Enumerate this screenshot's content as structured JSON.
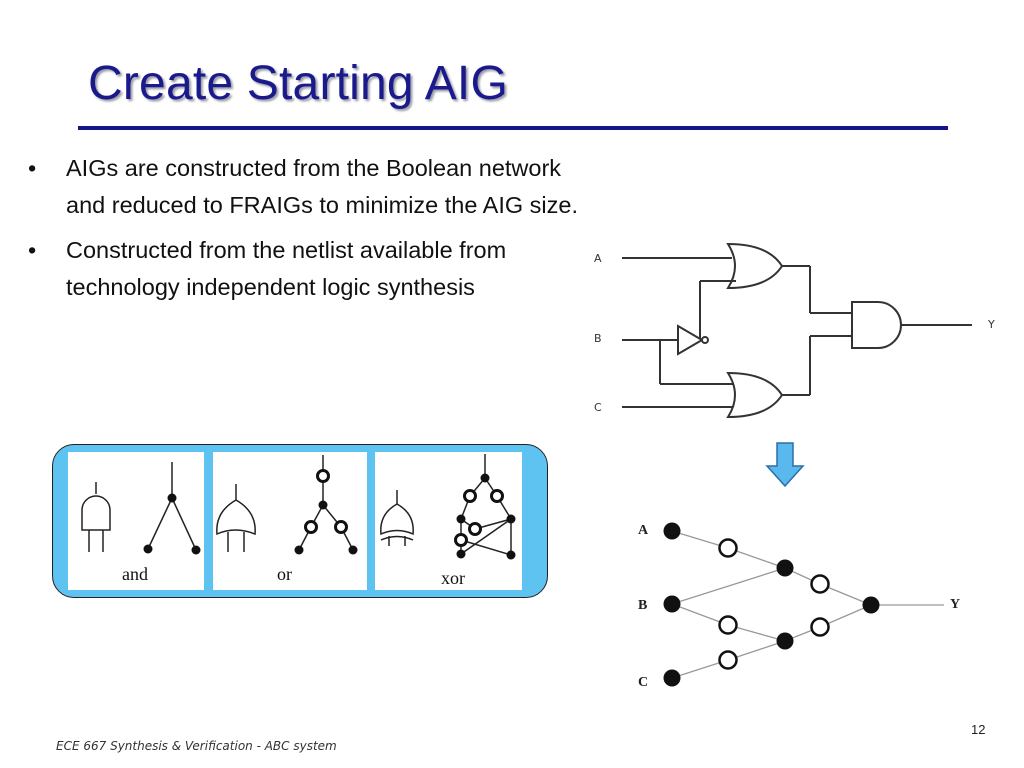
{
  "slide": {
    "title": "Create Starting AIG",
    "bullets": [
      "AIGs are constructed from the Boolean network and reduced to FRAIGs to minimize the AIG size.",
      "Constructed from the netlist available  from technology independent logic synthesis"
    ],
    "bullet_marker": "•",
    "footer": "ECE 667 Synthesis & Verification - ABC system",
    "page_number": "12"
  },
  "gate_examples": {
    "and_label": "and",
    "or_label": "or",
    "xor_label": "xor"
  },
  "circuit": {
    "input_a": "A",
    "input_b": "B",
    "input_c": "C",
    "output_y": "Y"
  },
  "aig": {
    "input_a": "A",
    "input_b": "B",
    "input_c": "C",
    "output_y": "Y"
  },
  "colors": {
    "title": "#1a1a8c",
    "panel": "#5fc3f2",
    "arrow": "#5bb8ee"
  },
  "icons": [
    "down-arrow-icon"
  ]
}
